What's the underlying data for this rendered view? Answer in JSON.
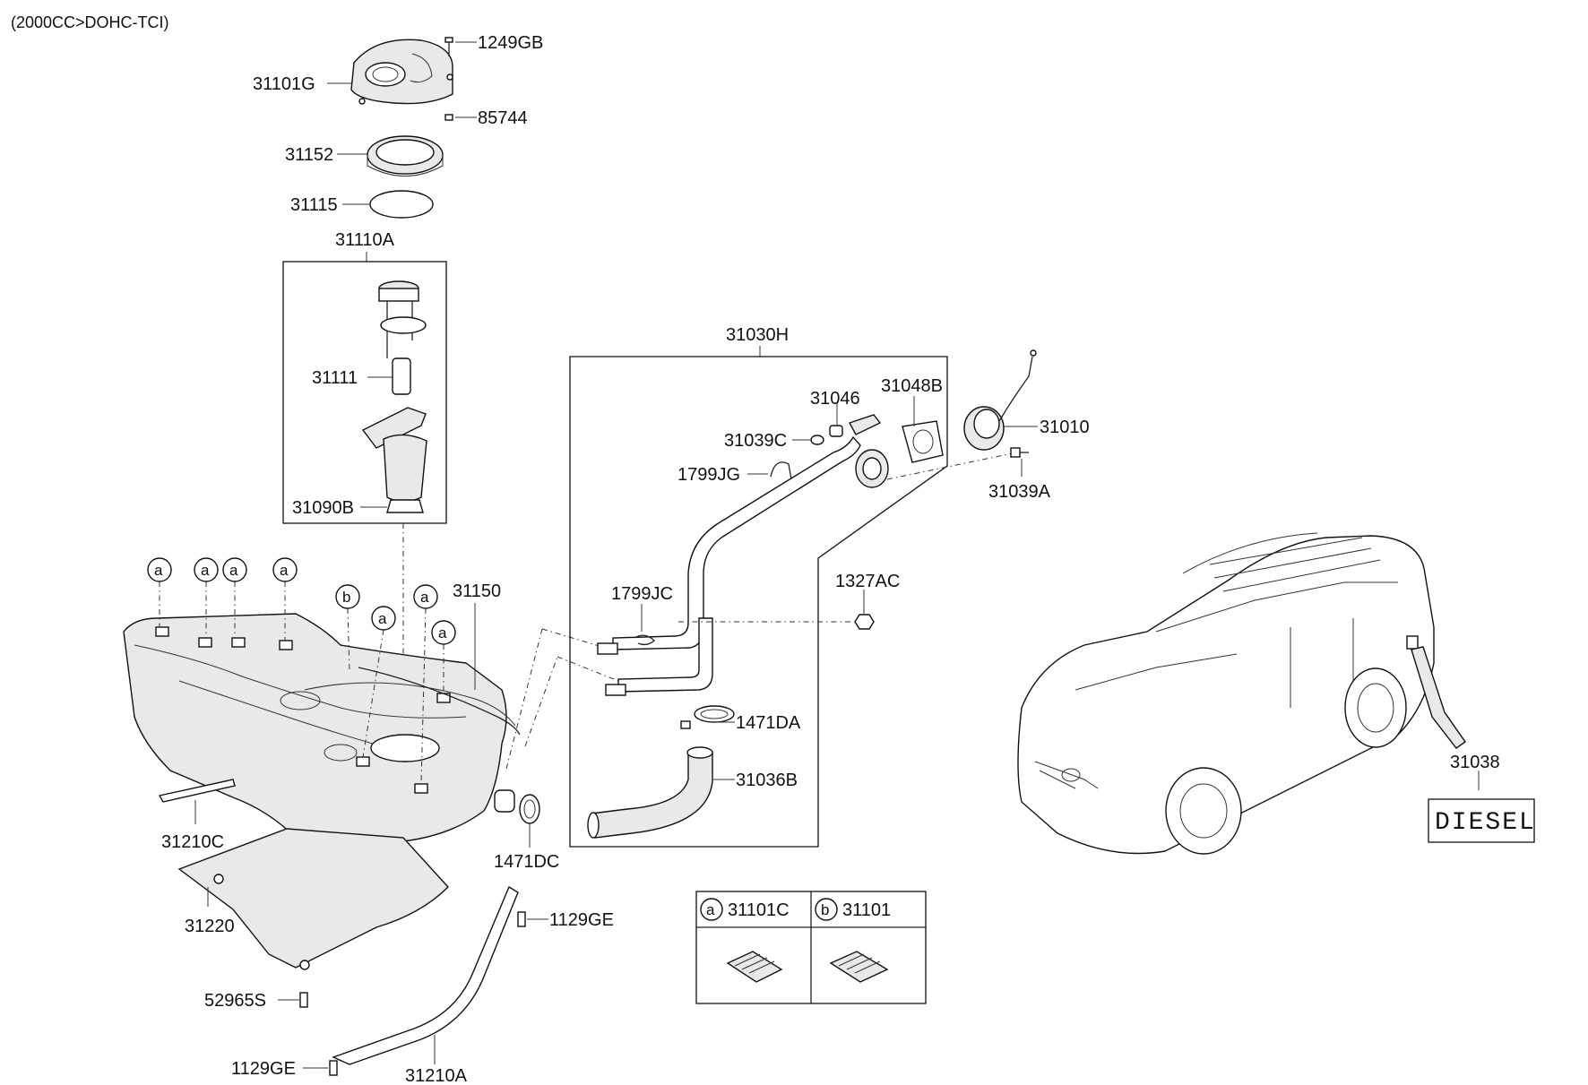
{
  "header": {
    "title": "(2000CC>DOHC-TCI)"
  },
  "labels": {
    "p1249GB": "1249GB",
    "p31101G": "31101G",
    "p85744": "85744",
    "p31152": "31152",
    "p31115": "31115",
    "p31110A": "31110A",
    "p31111": "31111",
    "p31090B": "31090B",
    "p31030H": "31030H",
    "p31046": "31046",
    "p31048B": "31048B",
    "p31039C": "31039C",
    "p1799JG": "1799JG",
    "p31010": "31010",
    "p31039A": "31039A",
    "p1327AC": "1327AC",
    "p1799JC": "1799JC",
    "p31150": "31150",
    "p1471DA": "1471DA",
    "p31036B": "31036B",
    "p31038": "31038",
    "p31210C": "31210C",
    "p1471DC": "1471DC",
    "p31220": "31220",
    "p1129GE_a": "1129GE",
    "p52965S": "52965S",
    "p1129GE_b": "1129GE",
    "p31210A": "31210A"
  },
  "markers": {
    "a": "a",
    "b": "b"
  },
  "legend": {
    "a_part": "31101C",
    "b_part": "31101"
  },
  "badge": {
    "text": "DIESEL"
  }
}
